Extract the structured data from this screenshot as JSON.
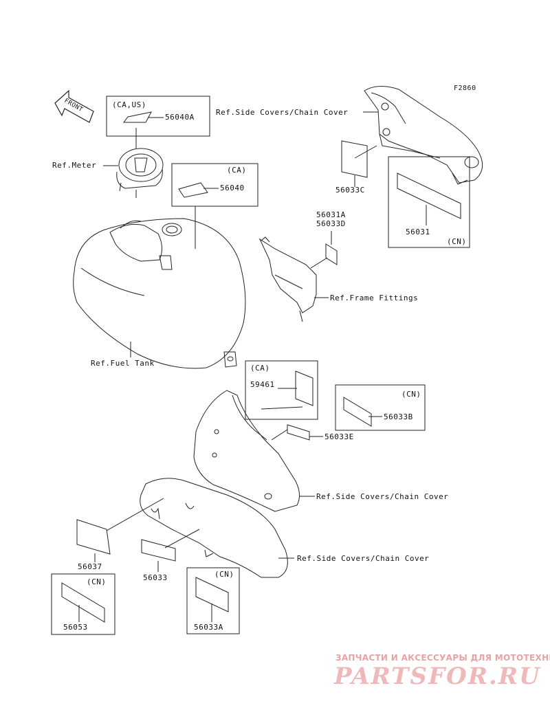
{
  "figure_code": "F2860",
  "front_badge": "FRONT",
  "labels": {
    "ref_side_covers_top": "Ref.Side Covers/Chain Cover",
    "ref_meter": "Ref.Meter",
    "ref_frame_fittings": "Ref.Frame Fittings",
    "ref_fuel_tank": "Ref.Fuel Tank",
    "ref_side_covers_mid": "Ref.Side Covers/Chain Cover",
    "ref_side_covers_low": "Ref.Side Covers/Chain Cover"
  },
  "parts": {
    "p56040A": "56040A",
    "p56040": "56040",
    "p56033C": "56033C",
    "p56031": "56031",
    "p56031A": "56031A",
    "p56033D": "56033D",
    "p59461": "59461",
    "p56033B": "56033B",
    "p56033E": "56033E",
    "p56037": "56037",
    "p56033": "56033",
    "p56053": "56053",
    "p56033A": "56033A"
  },
  "region_tags": {
    "ca_us": "(CA,US)",
    "ca_1": "(CA)",
    "ca_2": "(CA)",
    "cn_1": "(CN)",
    "cn_2": "(CN)",
    "cn_3": "(CN)",
    "cn_4": "(CN)"
  },
  "watermark": {
    "tagline": "ЗАПЧАСТИ И АКСЕССУАРЫ ДЛЯ МОТОТЕХНИКИ",
    "logo": "PARTSFOR.RU"
  }
}
